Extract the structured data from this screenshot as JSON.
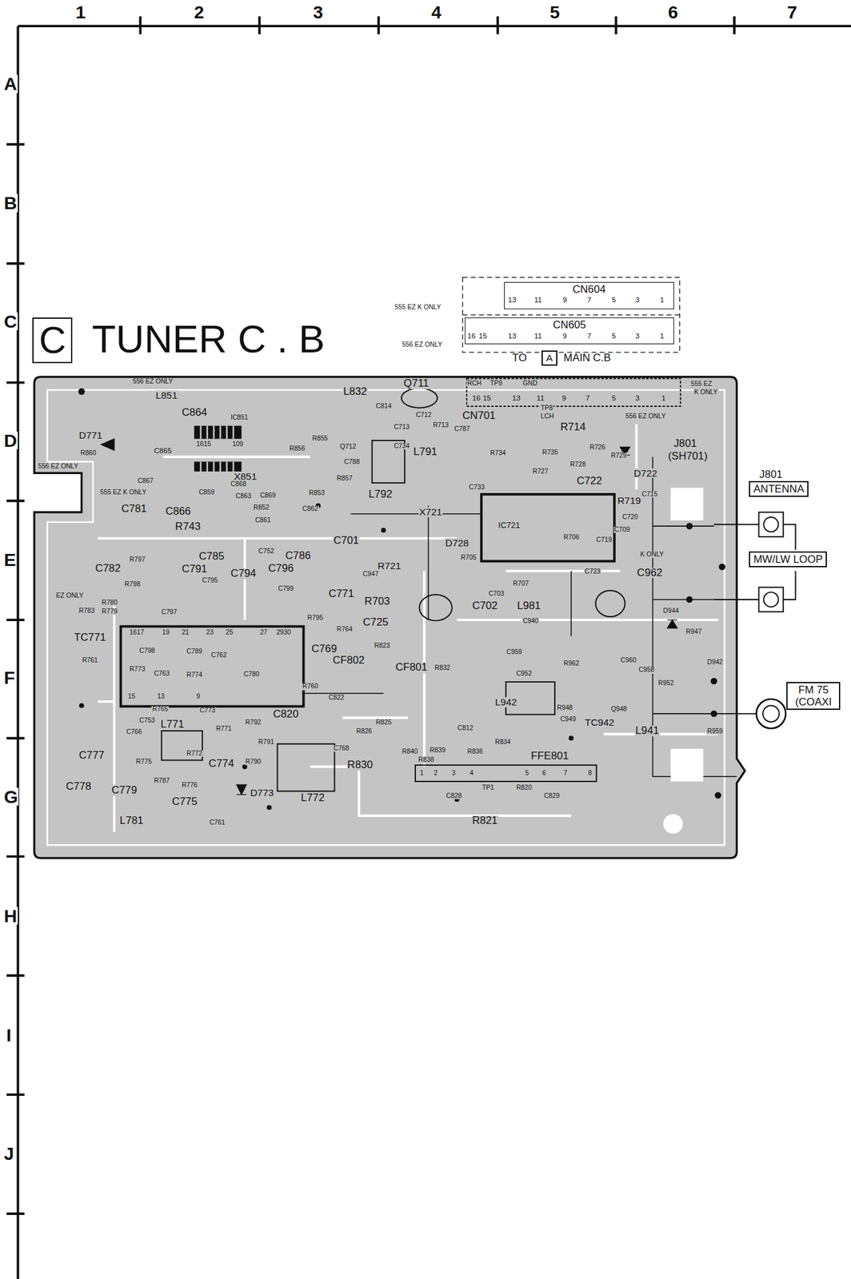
{
  "diagram": {
    "title": "TUNER C . B",
    "nodes": [
      {
        "text": [
          "C"
        ]
      },
      {
        "text": [
          "CN604"
        ]
      },
      {
        "text": [
          "CN605"
        ]
      },
      {
        "text": [
          "A"
        ]
      },
      {
        "text": [
          "ANTENNA"
        ]
      },
      {
        "text": [
          "MW/LW LOOP"
        ]
      },
      {
        "text": [
          "FM 75 (COAXI"
        ]
      }
    ],
    "labels": [
      "1",
      "2",
      "3",
      "4",
      "5",
      "6",
      "7",
      "A",
      "B",
      "C",
      "D",
      "E",
      "F",
      "G",
      "H",
      "I",
      "J",
      "555 EZ K ONLY",
      "556 EZ ONLY",
      "13",
      "11",
      "9",
      "7",
      "5",
      "3",
      "1",
      "16",
      "15",
      "13",
      "11",
      "9",
      "7",
      "5",
      "3",
      "1",
      "TO",
      "MAIN C.B",
      "556 EZ ONLY",
      "L851",
      "D771",
      "556 EZ ONLY",
      "R860",
      "555 EZ K ONLY",
      "C864",
      "IC851",
      "1615",
      "109",
      "X851",
      "C865",
      "C867",
      "C859",
      "C868",
      "C863",
      "C869",
      "R852",
      "C861",
      "R853",
      "C862",
      "R855",
      "R856",
      "R857",
      "Q712",
      "L832",
      "Q711",
      "C814",
      "C712",
      "R713",
      "C713",
      "C734",
      "C788",
      "L792",
      "C787",
      "L791",
      "C733",
      "R734",
      "CN701",
      "RCH",
      "TP9",
      "GND",
      "16",
      "15",
      "13",
      "11",
      "9",
      "7",
      "5",
      "3",
      "1",
      "TP8",
      "LCH",
      "R714",
      "R735",
      "R728",
      "R727",
      "C722",
      "R726",
      "R729",
      "D722",
      "556 EZ ONLY",
      "555 EZ",
      "K ONLY",
      "J801",
      "(SH701)",
      "C715",
      "R719",
      "IC721",
      "C720",
      "C709",
      "C719",
      "R706",
      "K ONLY",
      "C781",
      "C866",
      "R743",
      "C785",
      "C752",
      "C786",
      "C701",
      "X721",
      "R721",
      "D728",
      "R705",
      "C947",
      "C703",
      "R707",
      "C723",
      "C962",
      "C782",
      "R797",
      "C791",
      "C795",
      "C794",
      "C796",
      "C799",
      "C771",
      "R703",
      "C725",
      "C702",
      "L981",
      "EZ ONLY",
      "R798",
      "R783",
      "R780",
      "R779",
      "C797",
      "TC771",
      "R761",
      "C798",
      "R773",
      "C763",
      "C789",
      "R774",
      "C762",
      "C780",
      "1617",
      "19",
      "21",
      "23",
      "25",
      "27",
      "2930",
      "15",
      "13",
      "9",
      "C769",
      "CF802",
      "R795",
      "R764",
      "CF801",
      "R832",
      "R823",
      "C959",
      "C940",
      "C952",
      "R962",
      "C960",
      "C958",
      "R952",
      "D944",
      "R947",
      "D942",
      "L942",
      "TC942",
      "Q948",
      "L941",
      "R948",
      "C949",
      "R959",
      "R760",
      "C822",
      "R825",
      "R826",
      "C820",
      "C773",
      "R765",
      "C753",
      "L771",
      "R771",
      "R792",
      "C766",
      "C777",
      "R772",
      "C774",
      "R791",
      "R790",
      "C768",
      "R830",
      "L772",
      "D773",
      "C812",
      "R840",
      "R838",
      "R839",
      "R836",
      "R834",
      "FFE801",
      "1",
      "2",
      "3",
      "4",
      "5",
      "6",
      "7",
      "8",
      "TP1",
      "R820",
      "C828",
      "C829",
      "R821",
      "C778",
      "C779",
      "R787",
      "R776",
      "C775",
      "L781",
      "C761",
      "R775",
      "J801"
    ]
  }
}
